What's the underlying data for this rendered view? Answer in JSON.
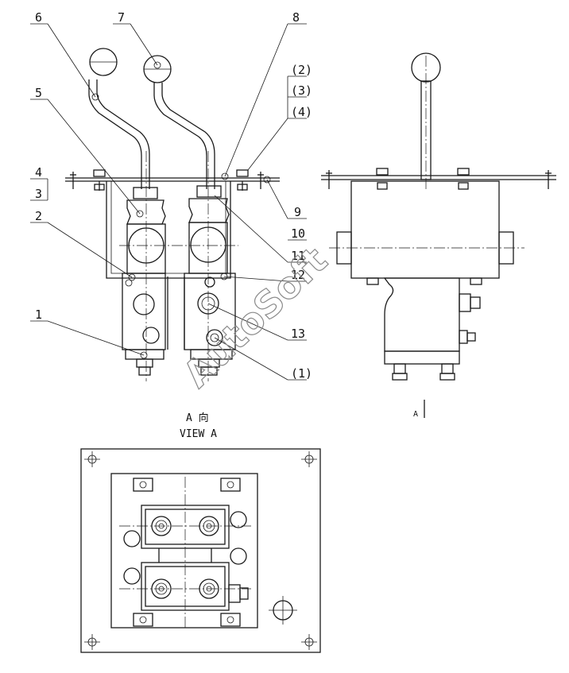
{
  "callouts": {
    "c1": "1",
    "c2": "2",
    "c3": "3",
    "c4": "4",
    "c5": "5",
    "c6": "6",
    "c7": "7",
    "c8": "8",
    "c9": "9",
    "c10": "10",
    "c11": "11",
    "c12": "12",
    "c13": "13",
    "p1": "(1)",
    "p2": "(2)",
    "p3": "(3)",
    "p4": "(4)"
  },
  "view_labels": {
    "view_cn": "A 向",
    "view_en": "VIEW A",
    "arrow_a": "A"
  },
  "watermark": "AutoSoft",
  "colors": {
    "line": "#1a1a1a",
    "watermark": "#8a8a8a",
    "background": "#ffffff"
  }
}
